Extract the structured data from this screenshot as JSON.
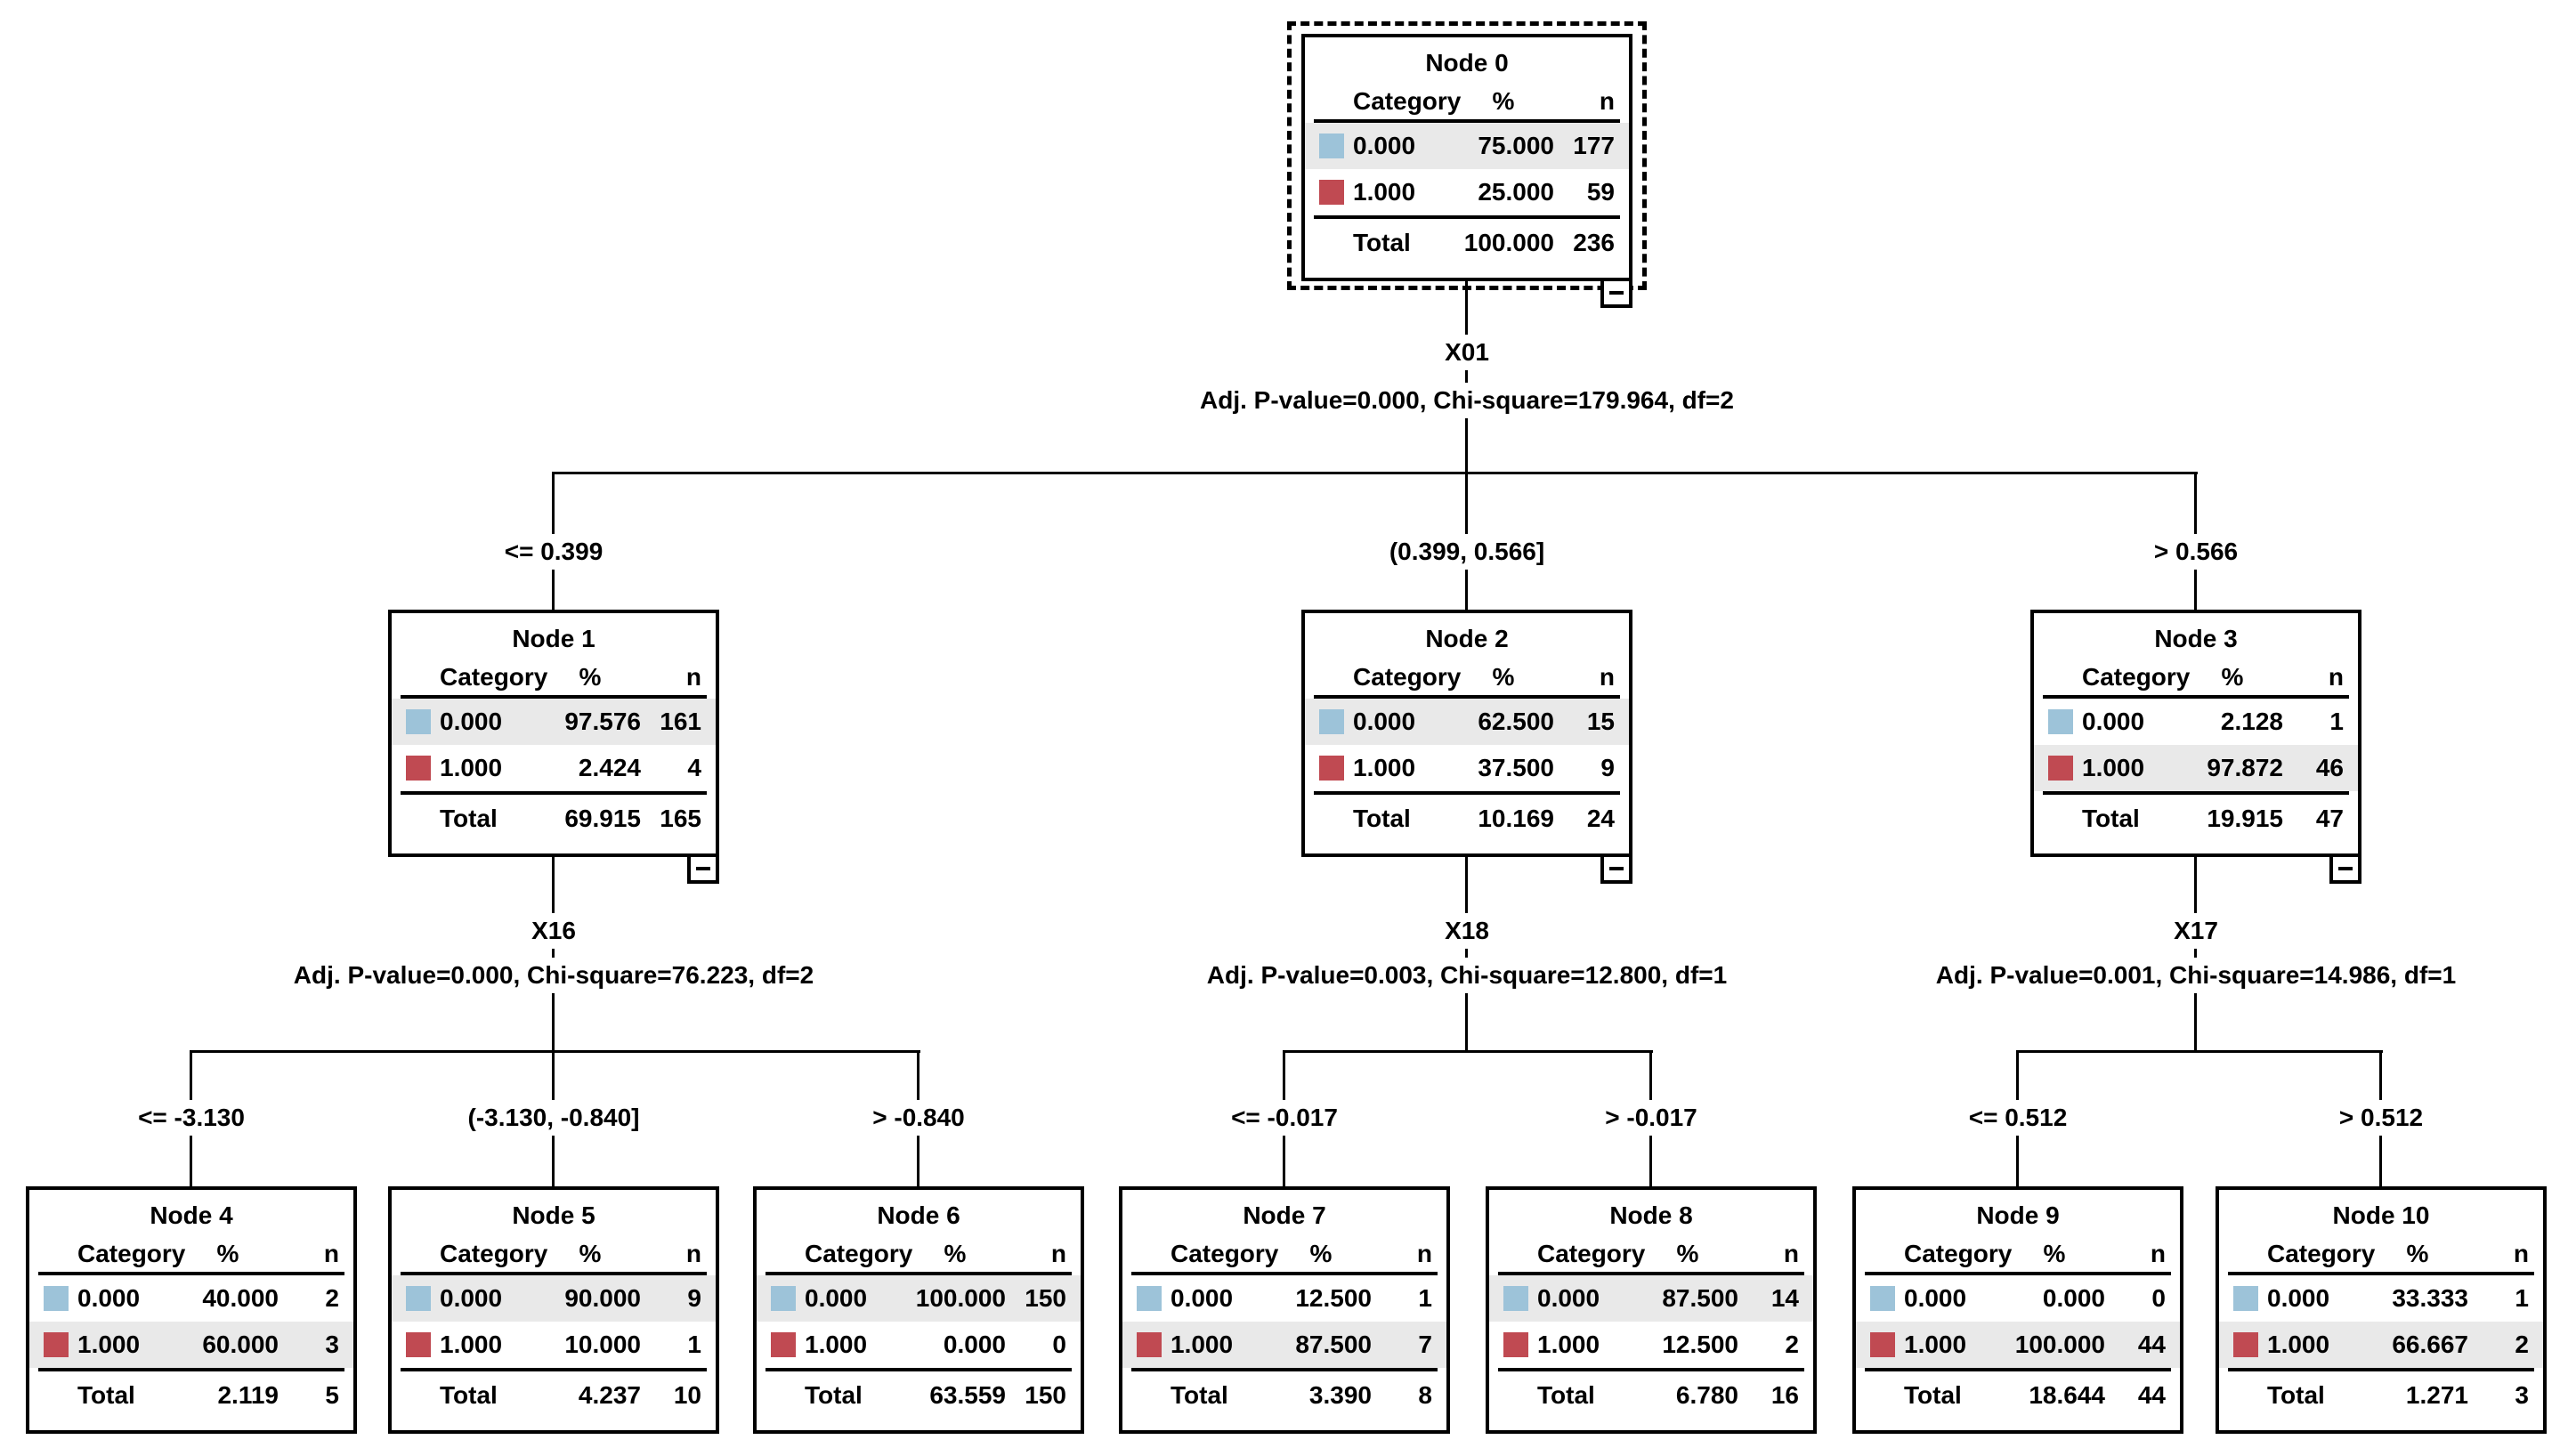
{
  "diagram": {
    "background_color": "#ffffff",
    "line_color": "#000000",
    "colors": {
      "category_0_swatch": "#9dc3d9",
      "category_1_swatch": "#c04a52",
      "highlighted_row_background": "#e9e9e9"
    },
    "table": {
      "category_header": "Category",
      "percent_header": "%",
      "n_header": "n",
      "total_label": "Total"
    },
    "collapse_glyph": "-",
    "splits": {
      "s0": {
        "variable": "X01",
        "stats": "Adj. P-value=0.000, Chi-square=179.964, df=2"
      },
      "s1": {
        "variable": "X16",
        "stats": "Adj. P-value=0.000, Chi-square=76.223, df=2"
      },
      "s2": {
        "variable": "X18",
        "stats": "Adj. P-value=0.003, Chi-square=12.800, df=1"
      },
      "s3": {
        "variable": "X17",
        "stats": "Adj. P-value=0.001, Chi-square=14.986, df=1"
      }
    },
    "branches": {
      "b1a": "<= 0.399",
      "b1b": "(0.399, 0.566]",
      "b1c": "> 0.566",
      "b2a": "<= -3.130",
      "b2b": "(-3.130, -0.840]",
      "b2c": "> -0.840",
      "b3a": "<= -0.017",
      "b3b": "> -0.017",
      "b4a": "<= 0.512",
      "b4b": "> 0.512"
    },
    "nodes": [
      {
        "title": "Node 0",
        "selected": true,
        "rows": [
          {
            "category": "0.000",
            "pct": "75.000",
            "n": "177",
            "highlighted": true
          },
          {
            "category": "1.000",
            "pct": "25.000",
            "n": "59",
            "highlighted": false
          }
        ],
        "total_pct": "100.000",
        "total_n": "236"
      },
      {
        "title": "Node 1",
        "rows": [
          {
            "category": "0.000",
            "pct": "97.576",
            "n": "161",
            "highlighted": true
          },
          {
            "category": "1.000",
            "pct": "2.424",
            "n": "4",
            "highlighted": false
          }
        ],
        "total_pct": "69.915",
        "total_n": "165"
      },
      {
        "title": "Node 2",
        "rows": [
          {
            "category": "0.000",
            "pct": "62.500",
            "n": "15",
            "highlighted": true
          },
          {
            "category": "1.000",
            "pct": "37.500",
            "n": "9",
            "highlighted": false
          }
        ],
        "total_pct": "10.169",
        "total_n": "24"
      },
      {
        "title": "Node 3",
        "rows": [
          {
            "category": "0.000",
            "pct": "2.128",
            "n": "1",
            "highlighted": false
          },
          {
            "category": "1.000",
            "pct": "97.872",
            "n": "46",
            "highlighted": true
          }
        ],
        "total_pct": "19.915",
        "total_n": "47"
      },
      {
        "title": "Node 4",
        "rows": [
          {
            "category": "0.000",
            "pct": "40.000",
            "n": "2",
            "highlighted": false
          },
          {
            "category": "1.000",
            "pct": "60.000",
            "n": "3",
            "highlighted": true
          }
        ],
        "total_pct": "2.119",
        "total_n": "5"
      },
      {
        "title": "Node 5",
        "rows": [
          {
            "category": "0.000",
            "pct": "90.000",
            "n": "9",
            "highlighted": true
          },
          {
            "category": "1.000",
            "pct": "10.000",
            "n": "1",
            "highlighted": false
          }
        ],
        "total_pct": "4.237",
        "total_n": "10"
      },
      {
        "title": "Node 6",
        "rows": [
          {
            "category": "0.000",
            "pct": "100.000",
            "n": "150",
            "highlighted": true
          },
          {
            "category": "1.000",
            "pct": "0.000",
            "n": "0",
            "highlighted": false
          }
        ],
        "total_pct": "63.559",
        "total_n": "150"
      },
      {
        "title": "Node 7",
        "rows": [
          {
            "category": "0.000",
            "pct": "12.500",
            "n": "1",
            "highlighted": false
          },
          {
            "category": "1.000",
            "pct": "87.500",
            "n": "7",
            "highlighted": true
          }
        ],
        "total_pct": "3.390",
        "total_n": "8"
      },
      {
        "title": "Node 8",
        "rows": [
          {
            "category": "0.000",
            "pct": "87.500",
            "n": "14",
            "highlighted": true
          },
          {
            "category": "1.000",
            "pct": "12.500",
            "n": "2",
            "highlighted": false
          }
        ],
        "total_pct": "6.780",
        "total_n": "16"
      },
      {
        "title": "Node 9",
        "rows": [
          {
            "category": "0.000",
            "pct": "0.000",
            "n": "0",
            "highlighted": false
          },
          {
            "category": "1.000",
            "pct": "100.000",
            "n": "44",
            "highlighted": true
          }
        ],
        "total_pct": "18.644",
        "total_n": "44"
      },
      {
        "title": "Node 10",
        "rows": [
          {
            "category": "0.000",
            "pct": "33.333",
            "n": "1",
            "highlighted": false
          },
          {
            "category": "1.000",
            "pct": "66.667",
            "n": "2",
            "highlighted": true
          }
        ],
        "total_pct": "1.271",
        "total_n": "3"
      }
    ]
  }
}
